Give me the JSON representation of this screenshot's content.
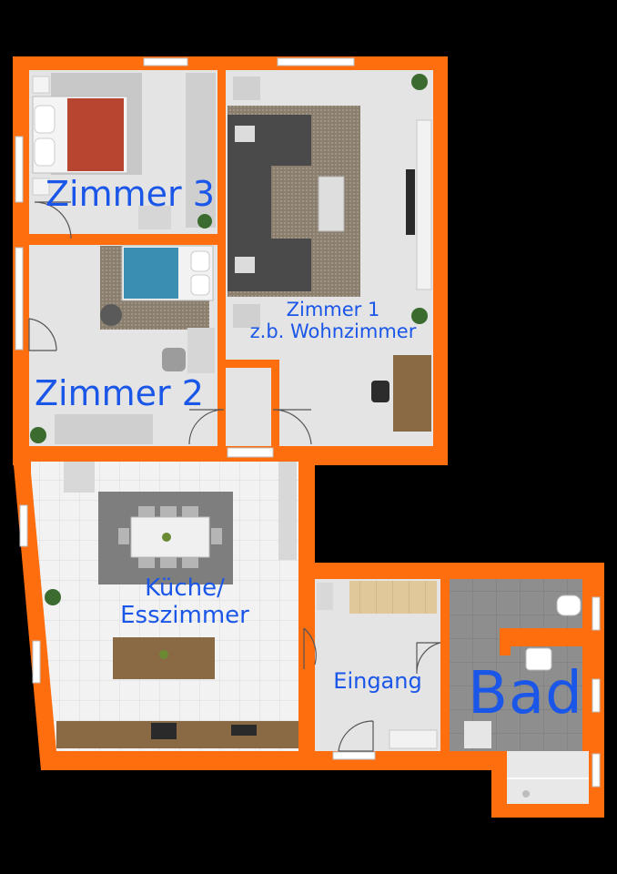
{
  "rooms": {
    "zimmer3": "Zimmer 3",
    "zimmer2": "Zimmer 2",
    "zimmer1_line1": "Zimmer 1",
    "zimmer1_line2": "z.b. Wohnzimmer",
    "kueche_line1": "Küche/",
    "kueche_line2": "Esszimmer",
    "eingang": "Eingang",
    "bad": "Bad"
  },
  "colors": {
    "wall": "#ff6e0e",
    "floor": "#e6e6e6",
    "background": "#000000",
    "label": "#1a56e8"
  }
}
